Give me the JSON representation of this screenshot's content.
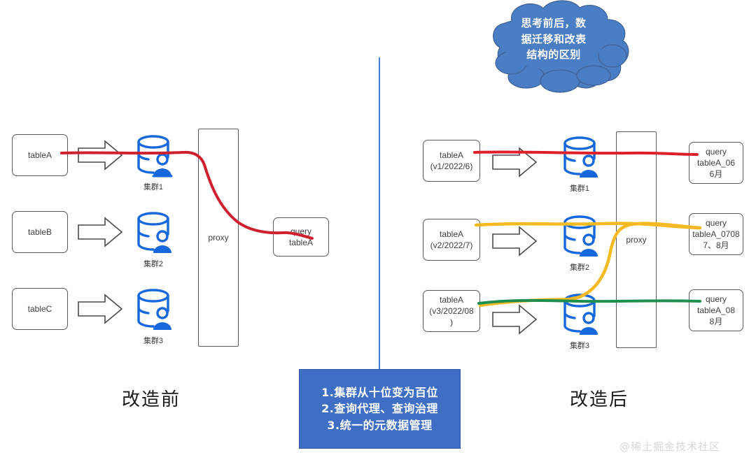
{
  "cloud": {
    "text_lines": [
      "思考前后，数",
      "据迁移和改表",
      "结构的区别"
    ],
    "fill": "#4a7ec4"
  },
  "divider": {
    "color": "#4a7fd0"
  },
  "left_section": {
    "title": "改造前",
    "tables": [
      {
        "label": "tableA"
      },
      {
        "label": "tableB"
      },
      {
        "label": "tableC"
      }
    ],
    "clusters": [
      {
        "label": "集群1"
      },
      {
        "label": "集群2"
      },
      {
        "label": "集群3"
      }
    ],
    "proxy": {
      "label": "proxy"
    },
    "queries": [
      {
        "lines": [
          "query",
          "tableA"
        ]
      }
    ],
    "flows": [
      {
        "name": "tableA-query-flow",
        "color": "#cf2030"
      }
    ]
  },
  "right_section": {
    "title": "改造后",
    "tables": [
      {
        "lines": [
          "tableA",
          "(v1/2022/6)"
        ]
      },
      {
        "lines": [
          "tableA",
          "(v2/2022/7)"
        ]
      },
      {
        "lines": [
          "tableA",
          "(v3/2022/08",
          ")"
        ]
      }
    ],
    "clusters": [
      {
        "label": "集群1"
      },
      {
        "label": "集群2"
      },
      {
        "label": "集群3"
      }
    ],
    "proxy": {
      "label": "proxy"
    },
    "queries": [
      {
        "lines": [
          "query",
          "tableA_06",
          "6月"
        ]
      },
      {
        "lines": [
          "query",
          "tableA_0708",
          "7、8月"
        ]
      },
      {
        "lines": [
          "query",
          "tableA_08",
          "8月"
        ]
      }
    ],
    "flows": [
      {
        "name": "june-flow",
        "color": "#e02028"
      },
      {
        "name": "july-august-flow",
        "color": "#f5b921"
      },
      {
        "name": "august-flow",
        "color": "#1e8f4e"
      }
    ]
  },
  "summary_box": {
    "lines": [
      "1.集群从十位变为百位",
      "2.查询代理、查询治理",
      "3.统一的元数据管理"
    ],
    "fill": "#3f6fc4"
  },
  "watermark": {
    "text": "@稀土掘金技术社区"
  },
  "icons": {
    "database_user": "database-user-icon",
    "block_arrow": "block-arrow-icon"
  }
}
